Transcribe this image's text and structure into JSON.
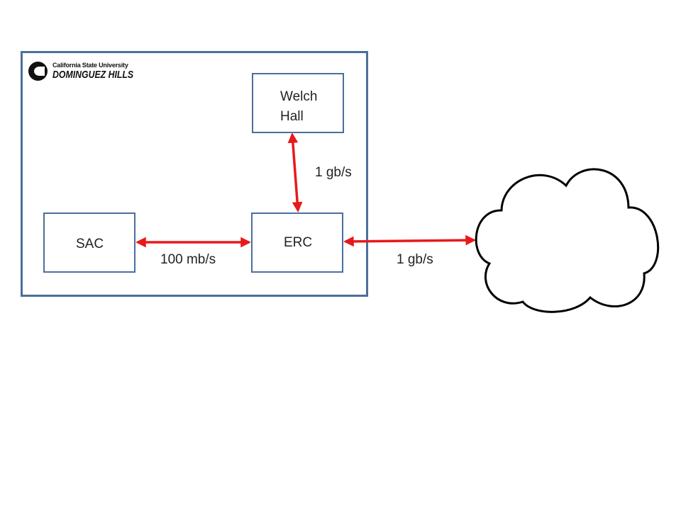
{
  "logo": {
    "line1": "California State University",
    "line2": "DOMINGUEZ HILLS"
  },
  "nodes": {
    "welch": {
      "line1": "Welch",
      "line2": "Hall"
    },
    "sac": {
      "label": "SAC"
    },
    "erc": {
      "label": "ERC"
    }
  },
  "links": {
    "welch_erc": {
      "label": "1 gb/s"
    },
    "sac_erc": {
      "label": "100 mb/s"
    },
    "erc_internet": {
      "label": "1 gb/s"
    }
  },
  "colors": {
    "frame": "#4a6f9c",
    "link": "#e8191b",
    "cloud": "#000000",
    "text": "#222222"
  }
}
